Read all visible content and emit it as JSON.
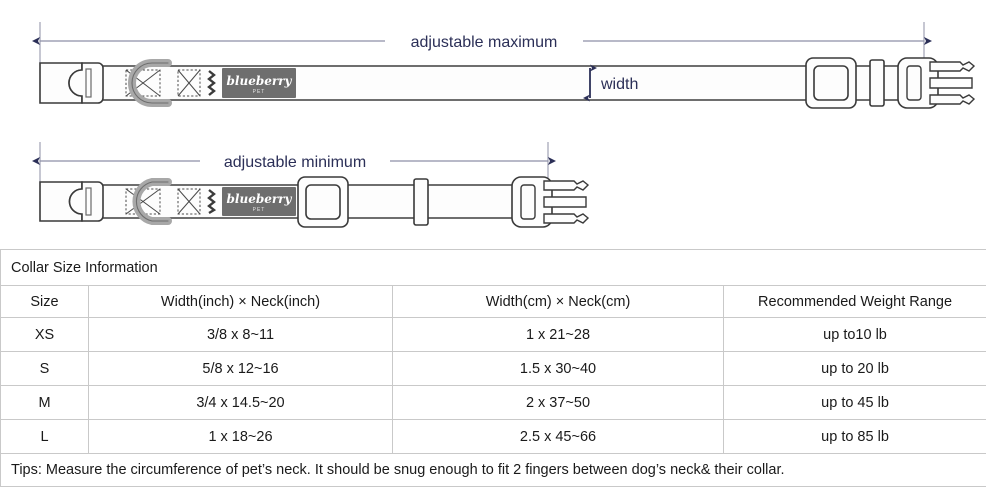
{
  "diagram": {
    "max_label": "adjustable maximum",
    "min_label": "adjustable minimum",
    "width_label": "width",
    "brand_name": "blueberry",
    "brand_sub": "PET",
    "accent_color": "#2b2f57",
    "strap_outline_color": "#4a4a4a",
    "hardware_color": "#3a3a3a",
    "dring_color": "#a8a8a8",
    "tag_bg_color": "#6e6e6e"
  },
  "table": {
    "title": "Collar Size Information",
    "headers": [
      "Size",
      "Width(inch)  ×  Neck(inch)",
      "Width(cm)  ×  Neck(cm)",
      "Recommended Weight Range"
    ],
    "rows": [
      [
        "XS",
        "3/8 x 8~11",
        "1 x 21~28",
        "up to10 lb"
      ],
      [
        "S",
        "5/8 x 12~16",
        "1.5 x 30~40",
        "up to 20 lb"
      ],
      [
        "M",
        "3/4 x 14.5~20",
        "2 x 37~50",
        "up to 45 lb"
      ],
      [
        "L",
        "1 x 18~26",
        "2.5 x 45~66",
        "up to 85 lb"
      ]
    ],
    "tips": "Tips: Measure the circumference of pet’s neck. It should be snug enough to fit 2 fingers between dog’s neck& their collar."
  }
}
